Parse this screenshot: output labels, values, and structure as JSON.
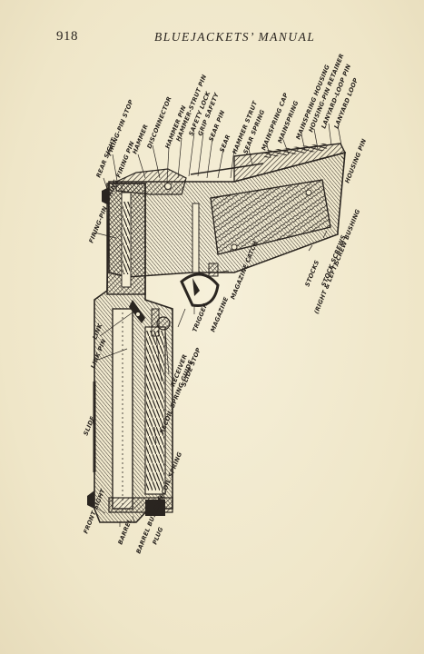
{
  "header": {
    "page_number": "918",
    "running_head": "BLUEJACKETS’ MANUAL"
  },
  "figure": {
    "labels": {
      "rear_sight": "REAR SIGHT",
      "firing_pin_stop": "FIRING-PIN STOP",
      "firing_pin": "FIRING PIN",
      "firing_pin_spring": "FIRING-PIN SPRING",
      "hammer": "HAMMER",
      "disconnector": "DISCONNECTOR",
      "hammer_pin": "HAMMER PIN",
      "hammer_strut_pin": "HAMMER-STRUT PIN",
      "safety_lock": "SAFETY LOCK",
      "grip_safety": "GRIP SAFETY",
      "sear_pin": "SEAR PIN",
      "sear": "SEAR",
      "hammer_strut": "HAMMER STRUT",
      "sear_spring": "SEAR SPRING",
      "mainspring_cap": "MAINSPRING CAP",
      "mainspring": "MAINSPRING",
      "mainspring_housing": "MAINSPRING HOUSING",
      "housing_pin_retainer": "HOUSING-PIN RETAINER",
      "lanyard_loop_pin": "LANYARD-LOOP PIN",
      "lanyard_loop": "LANYARD LOOP",
      "housing_pin": "HOUSING PIN",
      "screw_bushing": "SCREW BUSHING",
      "stock_screws": "STOCK SCREWS",
      "stocks": "STOCKS",
      "stocks_sub": "(RIGHT & LEFT)",
      "magazine_catch": "MAGAZINE CATCH",
      "magazine": "MAGAZINE",
      "trigger": "TRIGGER",
      "slide_stop": "SLIDE STOP",
      "receiver": "RECEIVER",
      "recoil_spring_guide": "RECOIL-SPRING GUIDE",
      "recoil_spring": "RECOIL SPRING",
      "plug": "PLUG",
      "barrel_bushing": "BARREL BUSHING",
      "barrel": "BARREL",
      "front_sight": "FRONT SIGHT",
      "slide": "SLIDE",
      "link_pin": "LINK PIN",
      "link": "LINK"
    }
  },
  "colors": {
    "paper": "#f3ecd3",
    "ink": "#2a2520"
  }
}
